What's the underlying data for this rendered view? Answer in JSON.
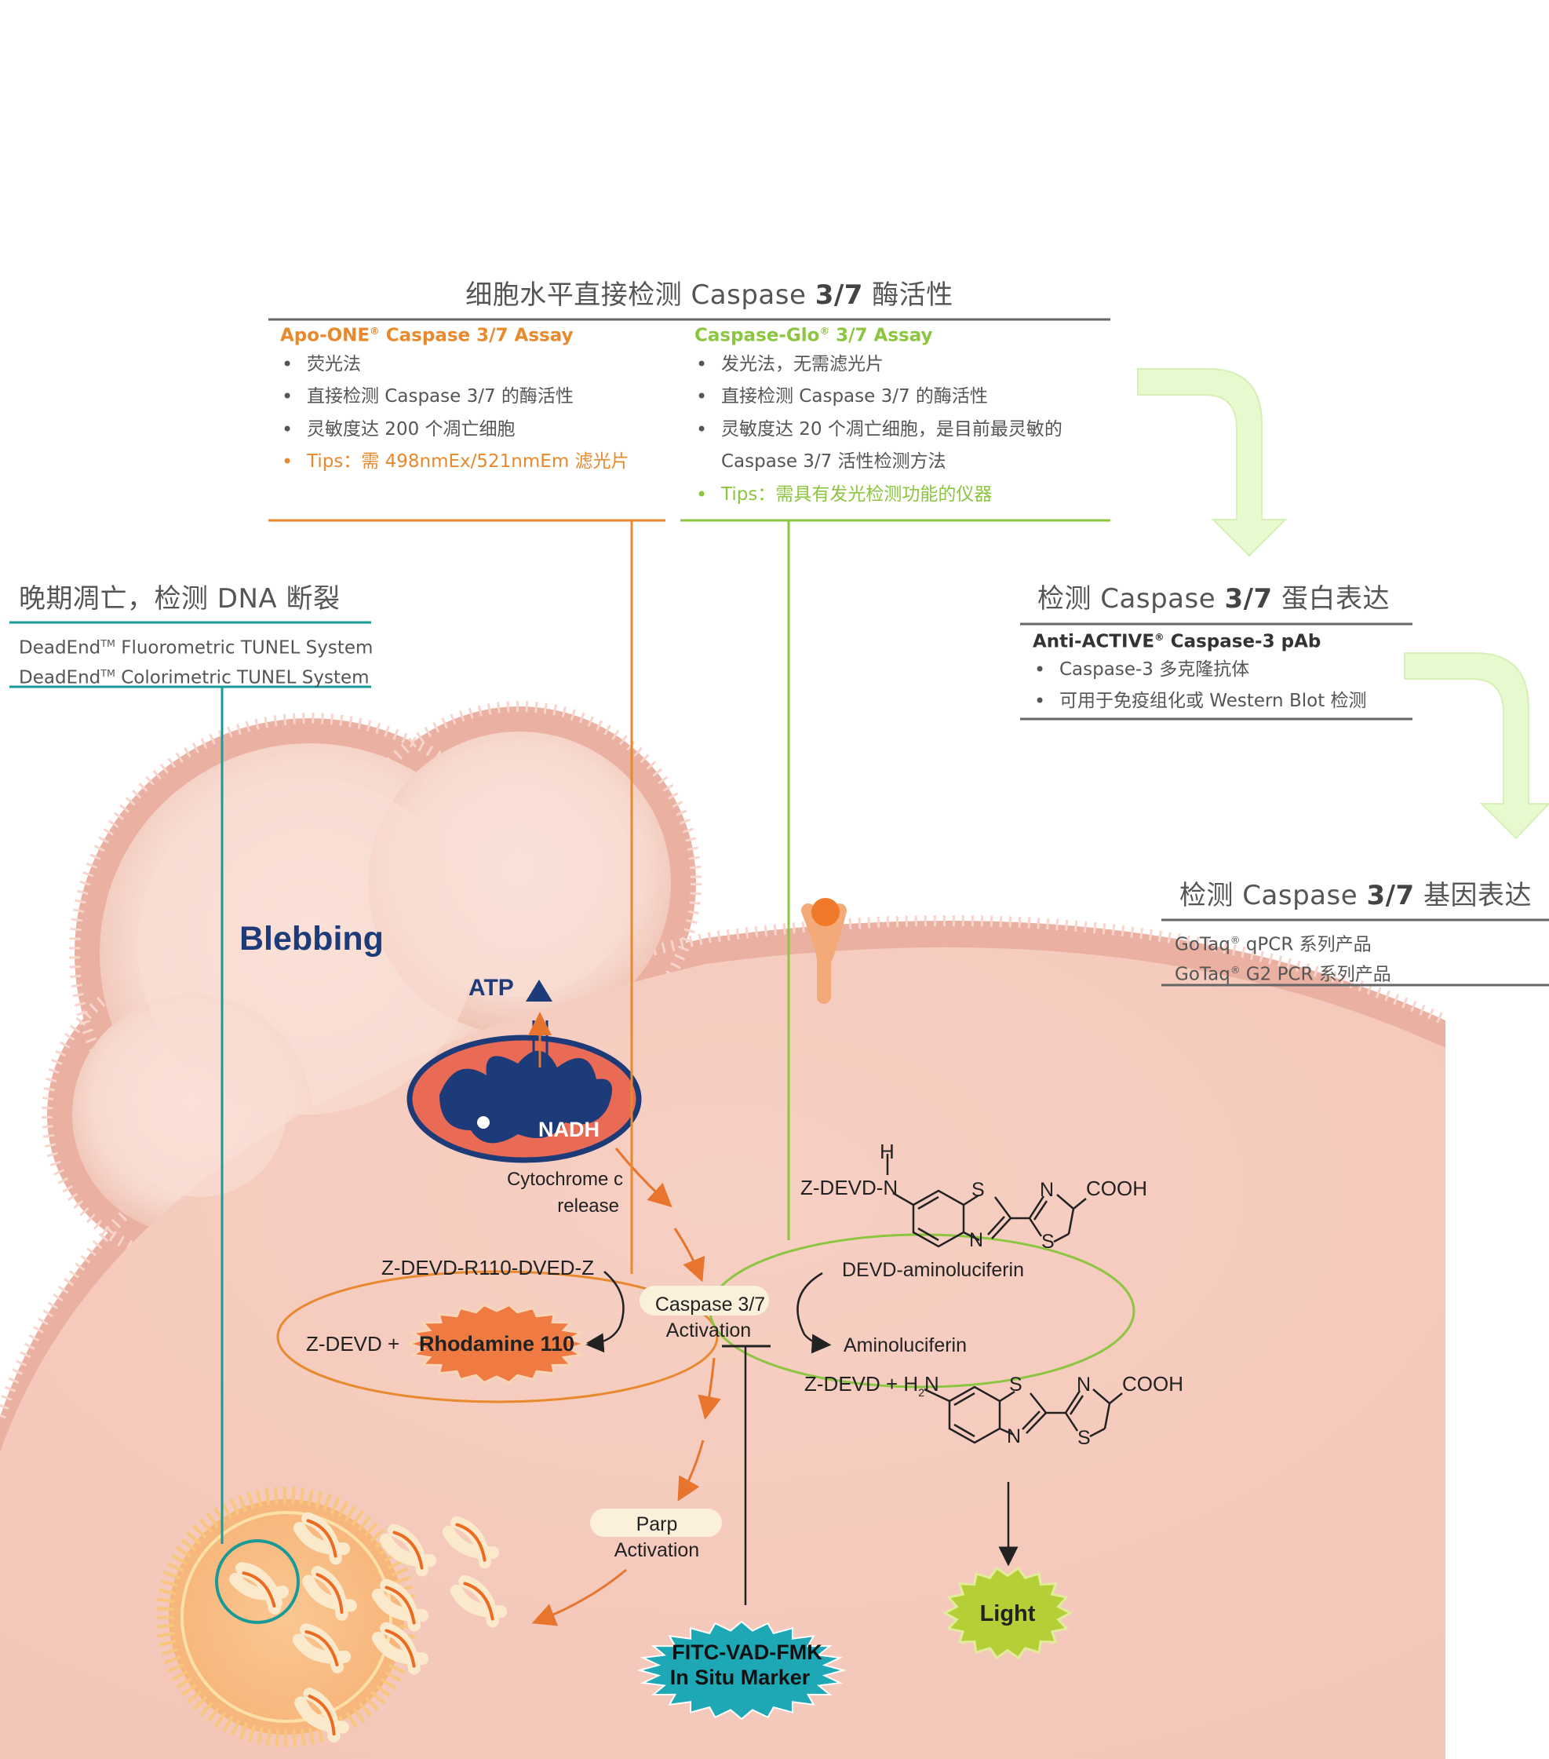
{
  "direct_panel": {
    "title_prefix": "细胞水平直接检测 Caspase ",
    "title_bold": "3/7",
    "title_suffix": " 酶活性",
    "apo_one": {
      "name_a": "Apo-ONE",
      "reg": "®",
      "name_b": " Caspase 3/7 Assay",
      "items": [
        "荧光法",
        "直接检测 Caspase 3/7 的酶活性",
        "灵敏度达 200 个凋亡细胞"
      ],
      "tip": "Tips：需 498nmEx/521nmEm 滤光片"
    },
    "caspase_glo": {
      "name_a": "Caspase-Glo",
      "reg": "®",
      "name_b": " 3/7 Assay",
      "items": [
        "发光法，无需滤光片",
        "直接检测 Caspase 3/7 的酶活性",
        "灵敏度达 20 个凋亡细胞，是目前最灵敏的"
      ],
      "item_cont": "Caspase 3/7 活性检测方法",
      "tip": "Tips：需具有发光检测功能的仪器"
    }
  },
  "dna_panel": {
    "title": "晚期凋亡，检测 DNA 断裂",
    "line1_a": "DeadEnd",
    "line1_tm": "TM",
    "line1_b": " Fluorometric TUNEL System",
    "line2_a": "DeadEnd",
    "line2_tm": "TM",
    "line2_b": " Colorimetric TUNEL System"
  },
  "protein_panel": {
    "title_prefix": "检测 Caspase ",
    "title_bold": "3/7",
    "title_suffix": " 蛋白表达",
    "product_a": "Anti-ACTIVE",
    "product_reg": "®",
    "product_b": " Caspase-3 pAb",
    "items": [
      "Caspase-3 多克隆抗体",
      "可用于免疫组化或 Western Blot 检测"
    ]
  },
  "gene_panel": {
    "title_prefix": "检测 Caspase ",
    "title_bold": "3/7",
    "title_suffix": " 基因表达",
    "line1_a": "GoTaq",
    "line1_reg": "®",
    "line1_b": " qPCR 系列产品",
    "line2_a": "GoTaq",
    "line2_reg": "®",
    "line2_b": " G2 PCR 系列产品"
  },
  "cell": {
    "blebbing": "Blebbing",
    "atp": "ATP",
    "nadh": "NADH",
    "cyto_1": "Cytochrome c",
    "cyto_2": "release",
    "substrate_r110": "Z-DEVD-R110-DVED-Z",
    "zdevd_plus": "Z-DEVD +",
    "rhodamine": "Rhodamine 110",
    "caspase_1": "Caspase 3/7",
    "caspase_2": "Activation",
    "devd_amino": "DEVD-aminoluciferin",
    "aminoluciferin": "Aminoluciferin",
    "parp_1": "Parp",
    "parp_2": "Activation",
    "fitc_1": "FITC-VAD-FMK",
    "fitc_2": "In Situ Marker",
    "light": "Light"
  },
  "chem_top": {
    "h": "H",
    "prefix": "Z-DEVD-N",
    "s1": "S",
    "n1": "N",
    "n2": "N",
    "s2": "S",
    "cooh": "COOH"
  },
  "chem_bottom": {
    "prefix": "Z-DEVD + H",
    "sub2": "2",
    "n_amine": "N",
    "s1": "S",
    "n1": "N",
    "n2": "N",
    "s2": "S",
    "cooh": "COOH"
  },
  "colors": {
    "orange": "#e8892e",
    "green": "#8cc640",
    "teal": "#1a9a96",
    "navy": "#1d3b78",
    "cell_fill": "#f6cfc4",
    "membrane": "#e9a697",
    "arrow_green": "#e6f9cf"
  }
}
